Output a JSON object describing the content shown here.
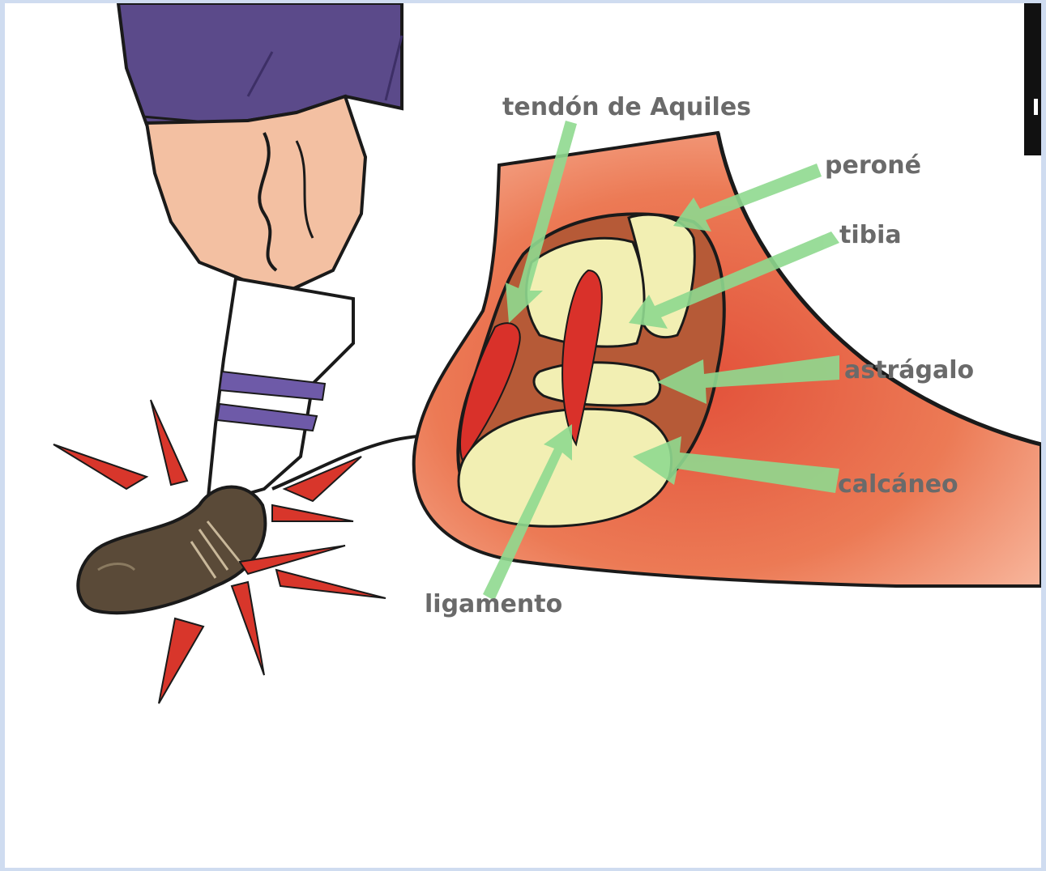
{
  "labels": {
    "achilles": "tendón de Aquiles",
    "fibula": "peroné",
    "tibia": "tibia",
    "talus": "astrágalo",
    "calcaneus": "calcáneo",
    "ligament": "ligamento"
  },
  "colors": {
    "background": "#cfdcf0",
    "skin": "#f3c0a2",
    "foot_section": "#ec7a55",
    "bone": "#f2efb3",
    "ligament_red": "#d9312a",
    "arrow_green": "#8fd98f",
    "shorts": "#5b4a8a",
    "shoe": "#5a4a38",
    "impact_red": "#d8362b"
  }
}
